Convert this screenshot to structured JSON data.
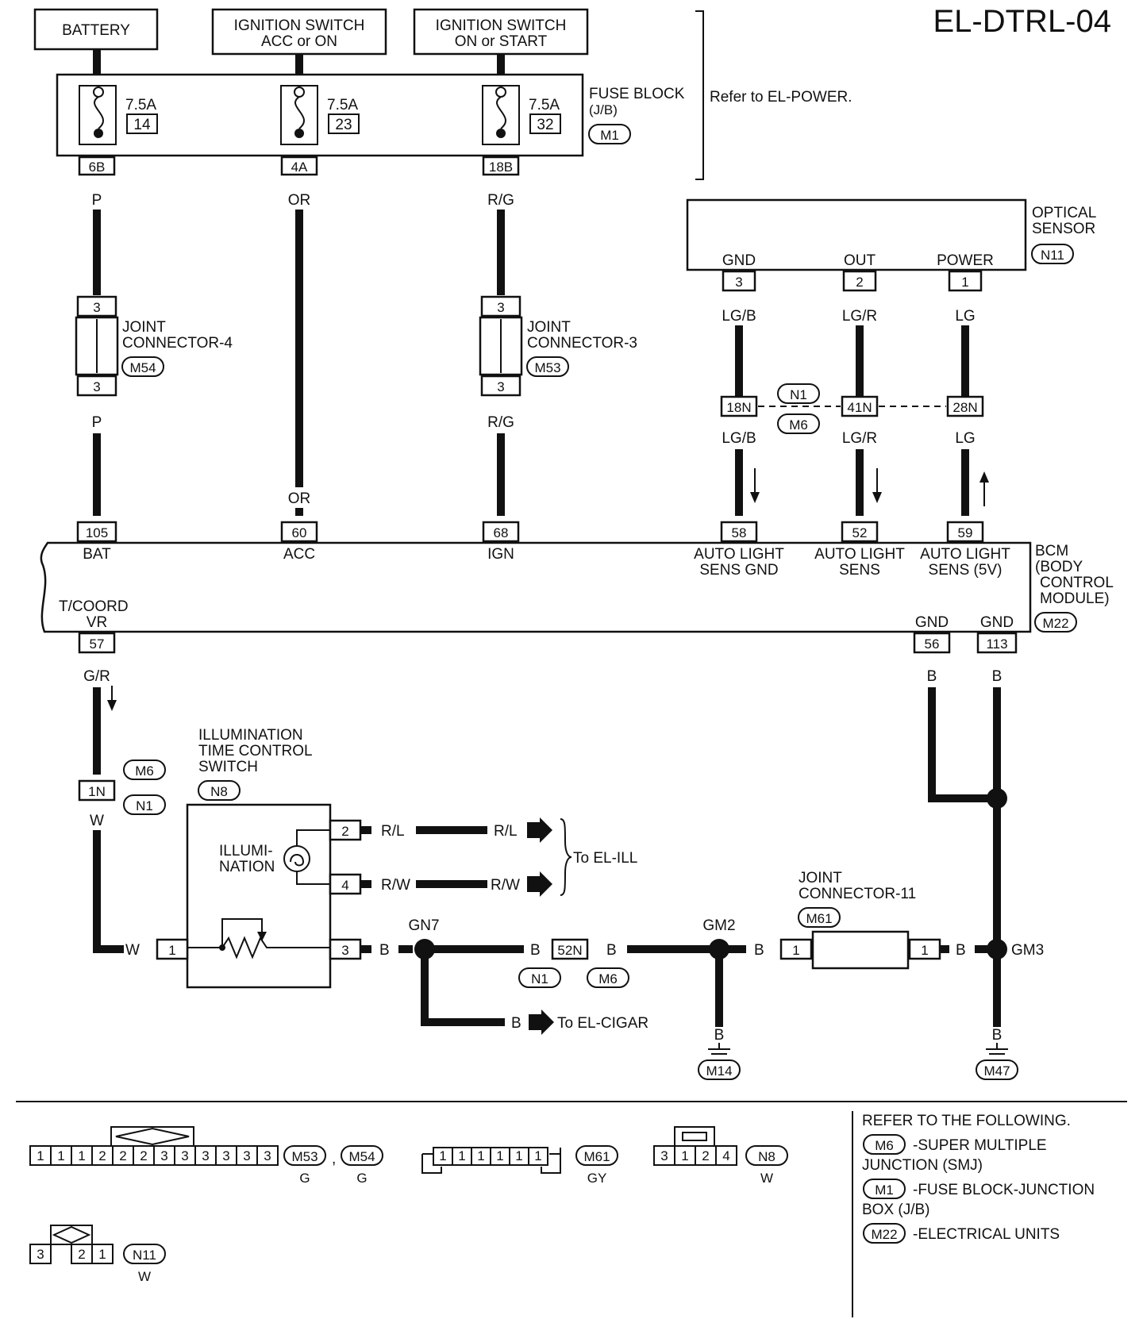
{
  "diagram_id": "EL-DTRL-04",
  "sources": {
    "battery": "BATTERY",
    "ign_acc_1": "IGNITION SWITCH",
    "ign_acc_2": "ACC or ON",
    "ign_on_1": "IGNITION SWITCH",
    "ign_on_2": "ON or START"
  },
  "fuse_block": {
    "name1": "FUSE BLOCK",
    "name2": "(J/B)",
    "code": "M1",
    "refer": "Refer to EL-POWER.",
    "fuses": [
      {
        "rating": "7.5A",
        "num": "14",
        "term": "6B",
        "color": "P"
      },
      {
        "rating": "7.5A",
        "num": "23",
        "term": "4A",
        "color": "OR"
      },
      {
        "rating": "7.5A",
        "num": "32",
        "term": "18B",
        "color": "R/G"
      }
    ]
  },
  "joint4": {
    "n1": "JOINT",
    "n2": "CONNECTOR-4",
    "code": "M54",
    "pin_top": "3",
    "pin_bot": "3",
    "color_below": "P"
  },
  "joint3": {
    "n1": "JOINT",
    "n2": "CONNECTOR-3",
    "code": "M53",
    "pin_top": "3",
    "pin_bot": "3",
    "color_below": "R/G"
  },
  "acc_color_low": "OR",
  "optical_sensor": {
    "n1": "OPTICAL",
    "n2": "SENSOR",
    "code": "N11",
    "pins": [
      {
        "name": "GND",
        "pin": "3",
        "color": "LG/B",
        "jterm": "18N",
        "color2": "LG/B",
        "bcm": "58",
        "f1": "AUTO LIGHT",
        "f2": "SENS GND"
      },
      {
        "name": "OUT",
        "pin": "2",
        "color": "LG/R",
        "jterm": "41N",
        "color2": "LG/R",
        "bcm": "52",
        "f1": "AUTO LIGHT",
        "f2": "SENS"
      },
      {
        "name": "POWER",
        "pin": "1",
        "color": "LG",
        "jterm": "28N",
        "color2": "LG",
        "bcm": "59",
        "f1": "AUTO LIGHT",
        "f2": "SENS (5V)"
      }
    ],
    "junction_n1": "N1",
    "junction_m6": "M6"
  },
  "bcm": {
    "n1": "BCM",
    "n2": "(BODY",
    "n3": "CONTROL",
    "n4": "MODULE)",
    "code": "M22",
    "bat_term": "105",
    "bat_name": "BAT",
    "acc_term": "60",
    "acc_name": "ACC",
    "ign_term": "68",
    "ign_name": "IGN",
    "tcoord1": "T/COORD",
    "tcoord2": "VR",
    "tcoord_term": "57",
    "gnd1_name": "GND",
    "gnd1_term": "56",
    "gnd2_name": "GND",
    "gnd2_term": "113",
    "gnd_color": "B"
  },
  "lower": {
    "gr_color": "G/R",
    "smj_term": "1N",
    "smj_m6": "M6",
    "smj_n1": "N1",
    "w_color": "W",
    "switch_n1": "ILLUMINATION",
    "switch_n2": "TIME CONTROL",
    "switch_n3": "SWITCH",
    "switch_code": "N8",
    "illum1": "ILLUMI-",
    "illum2": "NATION",
    "p1": "1",
    "p2": "2",
    "p3": "3",
    "p4": "4",
    "rl": "R/L",
    "rw": "R/W",
    "to_ill": "To EL-ILL",
    "b": "B",
    "gn7": "GN7",
    "gm2": "GM2",
    "gm3": "GM3",
    "j52": "52N",
    "j52_n1": "N1",
    "j52_m6": "M6",
    "to_cigar": "To EL-CIGAR",
    "j11_n1": "JOINT",
    "j11_n2": "CONNECTOR-11",
    "j11_code": "M61",
    "j11_p": "1",
    "gnd_m14": "M14",
    "gnd_m47": "M47"
  },
  "connectors": {
    "m53_pins": [
      "1",
      "1",
      "1",
      "2",
      "2",
      "2",
      "3",
      "3",
      "3",
      "3",
      "3",
      "3"
    ],
    "m53_code": "M53",
    "m53_color": "G",
    "m54_code": "M54",
    "m54_color": "G",
    "m61_pins": [
      "1",
      "1",
      "1",
      "1",
      "1",
      "1"
    ],
    "m61_code": "M61",
    "m61_color": "GY",
    "n8_pins": [
      "3",
      "1",
      "2",
      "4"
    ],
    "n8_code": "N8",
    "n8_color": "W",
    "n11_pins": [
      "3",
      "2",
      "1"
    ],
    "n11_code": "N11",
    "n11_color": "W"
  },
  "refer": {
    "head": "REFER TO THE FOLLOWING.",
    "items": [
      {
        "code": "M6",
        "t1": "-SUPER MULTIPLE",
        "t2": "JUNCTION (SMJ)"
      },
      {
        "code": "M1",
        "t1": "-FUSE BLOCK-JUNCTION",
        "t2": "BOX (J/B)"
      },
      {
        "code": "M22",
        "t1": "-ELECTRICAL UNITS",
        "t2": ""
      }
    ]
  }
}
